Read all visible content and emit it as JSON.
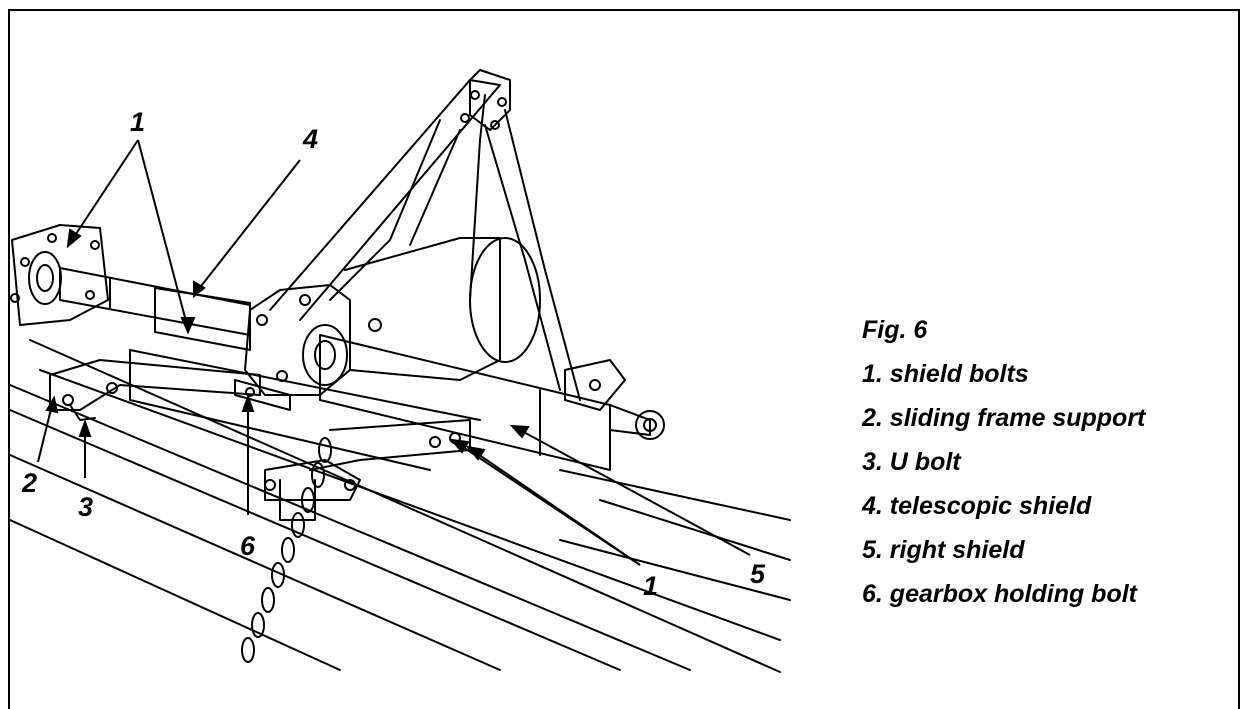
{
  "figure": {
    "title": "Fig. 6",
    "legend": [
      "1. shield bolts",
      "2. sliding frame support",
      "3. U bolt",
      "4. telescopic shield",
      "5. right shield",
      "6. gearbox holding bolt"
    ],
    "callouts": {
      "c1_top": "1",
      "c1_bottom": "1",
      "c2": "2",
      "c3": "3",
      "c4": "4",
      "c5": "5",
      "c6": "6"
    }
  }
}
